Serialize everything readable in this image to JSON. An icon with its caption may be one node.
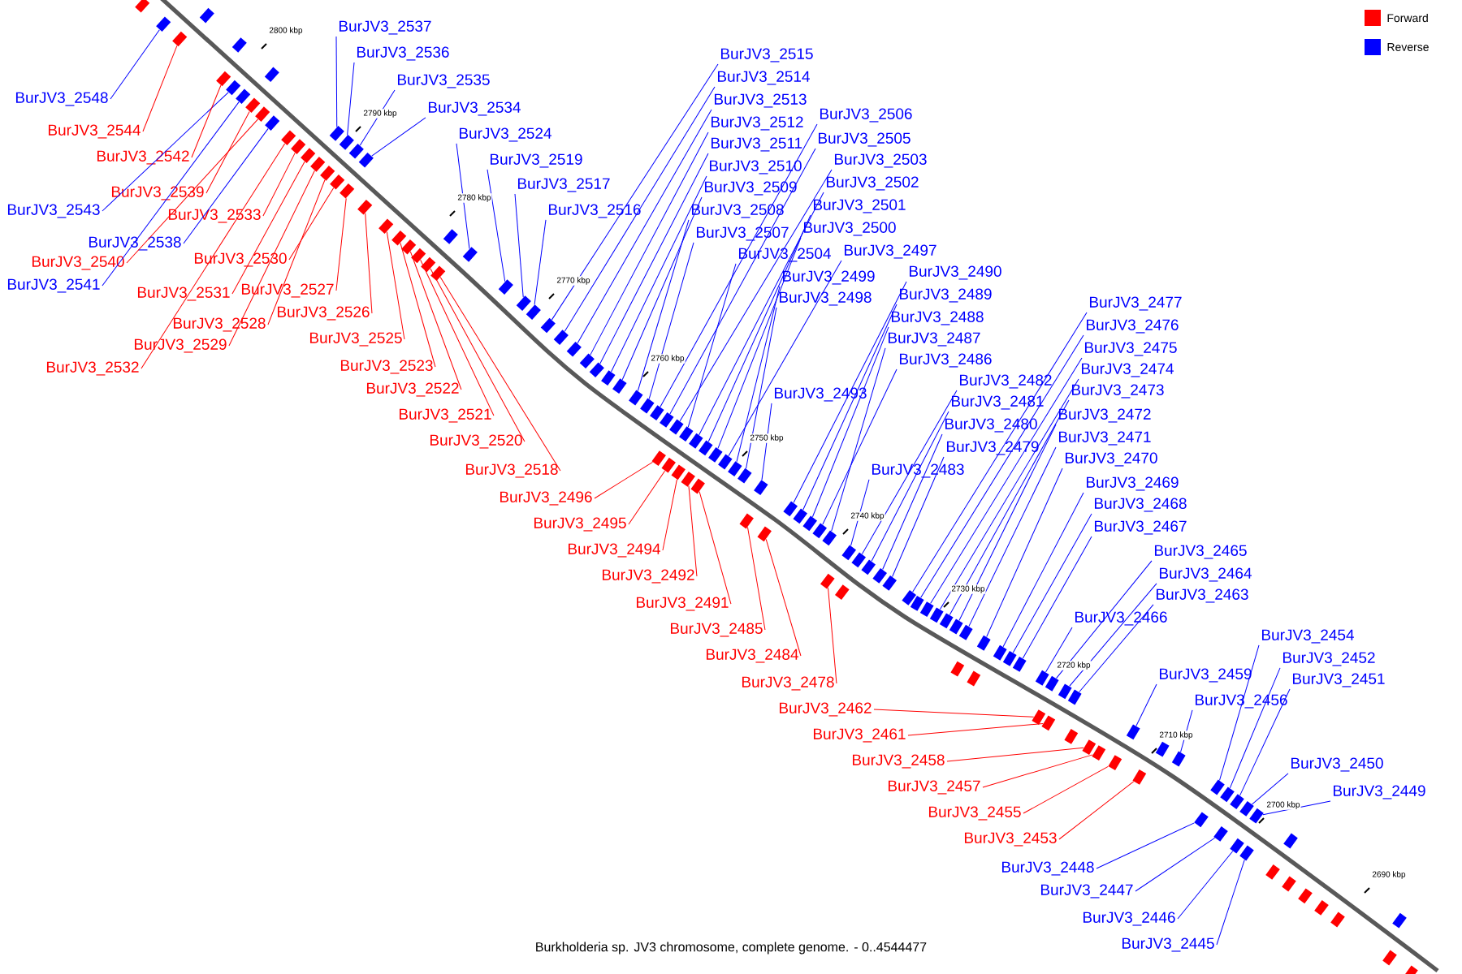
{
  "diagram": {
    "caption": "Burkholderia sp. JV3 chromosome, complete genome. - 0..4544477",
    "nodes": [
      {
        "text": [
          "BurJV3_2537"
        ]
      },
      {
        "text": [
          "BurJV3_2536"
        ]
      },
      {
        "text": [
          "BurJV3_2535"
        ]
      },
      {
        "text": [
          "BurJV3_2534"
        ]
      },
      {
        "text": [
          "BurJV3_2524"
        ]
      },
      {
        "text": [
          "BurJV3_2519"
        ]
      },
      {
        "text": [
          "BurJV3_2517"
        ]
      },
      {
        "text": [
          "BurJV3_2516"
        ]
      },
      {
        "text": [
          "BurJV3_2515"
        ]
      },
      {
        "text": [
          "BurJV3_2514"
        ]
      },
      {
        "text": [
          "BurJV3_2513"
        ]
      },
      {
        "text": [
          "BurJV3_2512"
        ]
      },
      {
        "text": [
          "BurJV3_2511"
        ]
      },
      {
        "text": [
          "BurJV3_2510"
        ]
      },
      {
        "text": [
          "BurJV3_2509"
        ]
      },
      {
        "text": [
          "BurJV3_2508"
        ]
      },
      {
        "text": [
          "BurJV3_2507"
        ]
      },
      {
        "text": [
          "BurJV3_2506"
        ]
      },
      {
        "text": [
          "BurJV3_2505"
        ]
      },
      {
        "text": [
          "BurJV3_2503"
        ]
      },
      {
        "text": [
          "BurJV3_2502"
        ]
      },
      {
        "text": [
          "BurJV3_2501"
        ]
      },
      {
        "text": [
          "BurJV3_2500"
        ]
      },
      {
        "text": [
          "BurJV3_2504"
        ]
      },
      {
        "text": [
          "BurJV3_2497"
        ]
      },
      {
        "text": [
          "BurJV3_2499"
        ]
      },
      {
        "text": [
          "BurJV3_2498"
        ]
      },
      {
        "text": [
          "BurJV3_2490"
        ]
      },
      {
        "text": [
          "BurJV3_2489"
        ]
      },
      {
        "text": [
          "BurJV3_2488"
        ]
      },
      {
        "text": [
          "BurJV3_2487"
        ]
      },
      {
        "text": [
          "BurJV3_2486"
        ]
      },
      {
        "text": [
          "BurJV3_2493"
        ]
      },
      {
        "text": [
          "BurJV3_2483"
        ]
      },
      {
        "text": [
          "BurJV3_2482"
        ]
      },
      {
        "text": [
          "BurJV3_2481"
        ]
      },
      {
        "text": [
          "BurJV3_2480"
        ]
      },
      {
        "text": [
          "BurJV3_2479"
        ]
      },
      {
        "text": [
          "BurJV3_2477"
        ]
      },
      {
        "text": [
          "BurJV3_2476"
        ]
      },
      {
        "text": [
          "BurJV3_2475"
        ]
      },
      {
        "text": [
          "BurJV3_2474"
        ]
      },
      {
        "text": [
          "BurJV3_2473"
        ]
      },
      {
        "text": [
          "BurJV3_2472"
        ]
      },
      {
        "text": [
          "BurJV3_2471"
        ]
      },
      {
        "text": [
          "BurJV3_2470"
        ]
      },
      {
        "text": [
          "BurJV3_2469"
        ]
      },
      {
        "text": [
          "BurJV3_2468"
        ]
      },
      {
        "text": [
          "BurJV3_2467"
        ]
      },
      {
        "text": [
          "BurJV3_2466"
        ]
      },
      {
        "text": [
          "BurJV3_2465"
        ]
      },
      {
        "text": [
          "BurJV3_2464"
        ]
      },
      {
        "text": [
          "BurJV3_2463"
        ]
      },
      {
        "text": [
          "BurJV3_2459"
        ]
      },
      {
        "text": [
          "BurJV3_2456"
        ]
      },
      {
        "text": [
          "BurJV3_2454"
        ]
      },
      {
        "text": [
          "BurJV3_2452"
        ]
      },
      {
        "text": [
          "BurJV3_2451"
        ]
      },
      {
        "text": [
          "BurJV3_2450"
        ]
      },
      {
        "text": [
          "BurJV3_2449"
        ]
      },
      {
        "text": [
          "BurJV3_2448"
        ]
      },
      {
        "text": [
          "BurJV3_2447"
        ]
      },
      {
        "text": [
          "BurJV3_2446"
        ]
      },
      {
        "text": [
          "BurJV3_2445"
        ]
      },
      {
        "text": [
          "BurJV3_2548"
        ]
      },
      {
        "text": [
          "BurJV3_2543"
        ]
      },
      {
        "text": [
          "BurJV3_2538"
        ]
      },
      {
        "text": [
          "BurJV3_2541"
        ]
      },
      {
        "text": [
          "BurJV3_2544"
        ]
      },
      {
        "text": [
          "BurJV3_2542"
        ]
      },
      {
        "text": [
          "BurJV3_2539"
        ]
      },
      {
        "text": [
          "BurJV3_2533"
        ]
      },
      {
        "text": [
          "BurJV3_2540"
        ]
      },
      {
        "text": [
          "BurJV3_2530"
        ]
      },
      {
        "text": [
          "BurJV3_2531"
        ]
      },
      {
        "text": [
          "BurJV3_2527"
        ]
      },
      {
        "text": [
          "BurJV3_2528"
        ]
      },
      {
        "text": [
          "BurJV3_2526"
        ]
      },
      {
        "text": [
          "BurJV3_2529"
        ]
      },
      {
        "text": [
          "BurJV3_2525"
        ]
      },
      {
        "text": [
          "BurJV3_2532"
        ]
      },
      {
        "text": [
          "BurJV3_2523"
        ]
      },
      {
        "text": [
          "BurJV3_2522"
        ]
      },
      {
        "text": [
          "BurJV3_2521"
        ]
      },
      {
        "text": [
          "BurJV3_2520"
        ]
      },
      {
        "text": [
          "BurJV3_2518"
        ]
      },
      {
        "text": [
          "BurJV3_2496"
        ]
      },
      {
        "text": [
          "BurJV3_2495"
        ]
      },
      {
        "text": [
          "BurJV3_2494"
        ]
      },
      {
        "text": [
          "BurJV3_2492"
        ]
      },
      {
        "text": [
          "BurJV3_2491"
        ]
      },
      {
        "text": [
          "BurJV3_2485"
        ]
      },
      {
        "text": [
          "BurJV3_2484"
        ]
      },
      {
        "text": [
          "BurJV3_2478"
        ]
      },
      {
        "text": [
          "BurJV3_2462"
        ]
      },
      {
        "text": [
          "BurJV3_2461"
        ]
      },
      {
        "text": [
          "BurJV3_2458"
        ]
      },
      {
        "text": [
          "BurJV3_2457"
        ]
      },
      {
        "text": [
          "BurJV3_2455"
        ]
      },
      {
        "text": [
          "BurJV3_2453"
        ]
      },
      {
        "text": [],
        "shape": "box"
      },
      {
        "text": [],
        "shape": "box"
      },
      {
        "text": [],
        "shape": "box"
      },
      {
        "text": [],
        "shape": "box"
      },
      {
        "text": [],
        "shape": "box"
      },
      {
        "text": [],
        "shape": "box"
      },
      {
        "text": [],
        "shape": "box"
      },
      {
        "text": [],
        "shape": "box"
      },
      {
        "text": [],
        "shape": "box"
      },
      {
        "text": [],
        "shape": "box"
      },
      {
        "text": [],
        "shape": "box"
      },
      {
        "text": [],
        "shape": "box"
      },
      {
        "text": [],
        "shape": "box"
      },
      {
        "text": [],
        "shape": "box"
      },
      {
        "text": [],
        "shape": "box"
      },
      {
        "text": [],
        "shape": "box"
      },
      {
        "text": [],
        "shape": "box"
      },
      {
        "text": [],
        "shape": "box"
      },
      {
        "text": [],
        "shape": "box"
      },
      {
        "text": [],
        "shape": "box"
      },
      {
        "text": [],
        "shape": "box"
      },
      {
        "text": [],
        "shape": "box"
      },
      {
        "text": [],
        "shape": "box"
      },
      {
        "text": [],
        "shape": "box"
      },
      {
        "text": [],
        "shape": "box"
      },
      {
        "text": [],
        "shape": "box"
      },
      {
        "text": [],
        "shape": "box"
      },
      {
        "text": [],
        "shape": "box"
      },
      {
        "text": [],
        "shape": "box"
      },
      {
        "text": [],
        "shape": "box"
      },
      {
        "text": [],
        "shape": "box"
      },
      {
        "text": [],
        "shape": "box"
      },
      {
        "text": [],
        "shape": "box"
      },
      {
        "text": [],
        "shape": "box"
      },
      {
        "text": [],
        "shape": "box"
      },
      {
        "text": [],
        "shape": "box"
      },
      {
        "text": [],
        "shape": "box"
      },
      {
        "text": [],
        "shape": "box"
      },
      {
        "text": [],
        "shape": "box"
      },
      {
        "text": [],
        "shape": "box"
      },
      {
        "text": [],
        "shape": "box"
      },
      {
        "text": [],
        "shape": "box"
      },
      {
        "text": [],
        "shape": "box"
      },
      {
        "text": [],
        "shape": "box"
      },
      {
        "text": [],
        "shape": "box"
      },
      {
        "text": [],
        "shape": "box"
      },
      {
        "text": [],
        "shape": "box"
      },
      {
        "text": [],
        "shape": "box"
      },
      {
        "text": [],
        "shape": "box"
      },
      {
        "text": [],
        "shape": "box"
      },
      {
        "text": [],
        "shape": "box"
      },
      {
        "text": [],
        "shape": "box"
      },
      {
        "text": [],
        "shape": "box"
      },
      {
        "text": [],
        "shape": "box"
      },
      {
        "text": [],
        "shape": "box"
      },
      {
        "text": [],
        "shape": "box"
      },
      {
        "text": [],
        "shape": "box"
      },
      {
        "text": [],
        "shape": "box"
      },
      {
        "text": [],
        "shape": "box"
      },
      {
        "text": [],
        "shape": "box"
      },
      {
        "text": [],
        "shape": "box"
      },
      {
        "text": [],
        "shape": "box"
      },
      {
        "text": [],
        "shape": "box"
      },
      {
        "text": [],
        "shape": "box"
      },
      {
        "text": [],
        "shape": "box"
      },
      {
        "text": [],
        "shape": "box"
      },
      {
        "text": [],
        "shape": "box"
      },
      {
        "text": [],
        "shape": "box"
      },
      {
        "text": [],
        "shape": "box"
      },
      {
        "text": [],
        "shape": "box"
      },
      {
        "text": [],
        "shape": "box"
      },
      {
        "text": [],
        "shape": "box"
      },
      {
        "text": [],
        "shape": "box"
      },
      {
        "text": [],
        "shape": "box"
      },
      {
        "text": [],
        "shape": "box"
      },
      {
        "text": [],
        "shape": "box"
      },
      {
        "text": [],
        "shape": "box"
      },
      {
        "text": [],
        "shape": "box"
      },
      {
        "text": [],
        "shape": "box"
      },
      {
        "text": [],
        "shape": "box"
      },
      {
        "text": [],
        "shape": "box"
      },
      {
        "text": [],
        "shape": "box"
      },
      {
        "text": [],
        "shape": "box"
      },
      {
        "text": [],
        "shape": "box"
      },
      {
        "text": [],
        "shape": "box"
      },
      {
        "text": [],
        "shape": "box"
      },
      {
        "text": [],
        "shape": "box"
      },
      {
        "text": [],
        "shape": "box"
      },
      {
        "text": [],
        "shape": "box"
      },
      {
        "text": [],
        "shape": "box"
      },
      {
        "text": [],
        "shape": "box"
      },
      {
        "text": [],
        "shape": "box"
      },
      {
        "text": [],
        "shape": "box"
      },
      {
        "text": [],
        "shape": "box"
      },
      {
        "text": [],
        "shape": "box"
      },
      {
        "text": [],
        "shape": "box"
      },
      {
        "text": [],
        "shape": "box"
      },
      {
        "text": [],
        "shape": "box"
      },
      {
        "text": [],
        "shape": "box"
      },
      {
        "text": [],
        "shape": "box"
      }
    ],
    "edges": [
      {
        "from": 0,
        "to": 112,
        "arrow": "none"
      },
      {
        "from": 1,
        "to": 114,
        "arrow": "none"
      },
      {
        "from": 2,
        "to": 115,
        "arrow": "none"
      },
      {
        "from": 3,
        "to": 117,
        "arrow": "none"
      },
      {
        "from": 4,
        "to": 126,
        "arrow": "none"
      },
      {
        "from": 5,
        "to": 127,
        "arrow": "none"
      },
      {
        "from": 6,
        "to": 128,
        "arrow": "none"
      },
      {
        "from": 7,
        "to": 129,
        "arrow": "none"
      },
      {
        "from": 8,
        "to": 130,
        "arrow": "none"
      },
      {
        "from": 9,
        "to": 131,
        "arrow": "none"
      },
      {
        "from": 10,
        "to": 132,
        "arrow": "none"
      },
      {
        "from": 11,
        "to": 133,
        "arrow": "none"
      },
      {
        "from": 12,
        "to": 134,
        "arrow": "none"
      },
      {
        "from": 13,
        "to": 135,
        "arrow": "none"
      },
      {
        "from": 14,
        "to": 136,
        "arrow": "none"
      },
      {
        "from": 15,
        "to": 137,
        "arrow": "none"
      },
      {
        "from": 16,
        "to": 138,
        "arrow": "none"
      },
      {
        "from": 17,
        "to": 139,
        "arrow": "none"
      },
      {
        "from": 18,
        "to": 140,
        "arrow": "none"
      },
      {
        "from": 19,
        "to": 141,
        "arrow": "none"
      },
      {
        "from": 20,
        "to": 143,
        "arrow": "none"
      },
      {
        "from": 21,
        "to": 144,
        "arrow": "none"
      },
      {
        "from": 22,
        "to": 146,
        "arrow": "none"
      },
      {
        "from": 23,
        "to": 142,
        "arrow": "none"
      },
      {
        "from": 24,
        "to": 149,
        "arrow": "none"
      },
      {
        "from": 25,
        "to": 151,
        "arrow": "none"
      },
      {
        "from": 26,
        "to": 153,
        "arrow": "none"
      },
      {
        "from": 27,
        "to": 157,
        "arrow": "none"
      },
      {
        "from": 28,
        "to": 158,
        "arrow": "none"
      },
      {
        "from": 29,
        "to": 159,
        "arrow": "none"
      },
      {
        "from": 30,
        "to": 161,
        "arrow": "none"
      },
      {
        "from": 31,
        "to": 160,
        "arrow": "none"
      },
      {
        "from": 32,
        "to": 154,
        "arrow": "none"
      },
      {
        "from": 33,
        "to": 162,
        "arrow": "none"
      },
      {
        "from": 34,
        "to": 164,
        "arrow": "none"
      },
      {
        "from": 35,
        "to": 165,
        "arrow": "none"
      },
      {
        "from": 36,
        "to": 166,
        "arrow": "none"
      },
      {
        "from": 37,
        "to": 167,
        "arrow": "none"
      },
      {
        "from": 38,
        "to": 168,
        "arrow": "none"
      },
      {
        "from": 39,
        "to": 169,
        "arrow": "none"
      },
      {
        "from": 40,
        "to": 170,
        "arrow": "none"
      },
      {
        "from": 41,
        "to": 171,
        "arrow": "none"
      },
      {
        "from": 42,
        "to": 172,
        "arrow": "none"
      },
      {
        "from": 43,
        "to": 173,
        "arrow": "none"
      },
      {
        "from": 44,
        "to": 174,
        "arrow": "none"
      },
      {
        "from": 45,
        "to": 175,
        "arrow": "none"
      },
      {
        "from": 46,
        "to": 176,
        "arrow": "none"
      },
      {
        "from": 47,
        "to": 177,
        "arrow": "none"
      },
      {
        "from": 48,
        "to": 178,
        "arrow": "none"
      },
      {
        "from": 49,
        "to": 179,
        "arrow": "none"
      },
      {
        "from": 50,
        "to": 180,
        "arrow": "none"
      },
      {
        "from": 51,
        "to": 182,
        "arrow": "none"
      },
      {
        "from": 52,
        "to": 184,
        "arrow": "none"
      },
      {
        "from": 53,
        "to": 187,
        "arrow": "none"
      },
      {
        "from": 54,
        "to": 190,
        "arrow": "none"
      },
      {
        "from": 55,
        "to": 191,
        "arrow": "none"
      },
      {
        "from": 56,
        "to": 193,
        "arrow": "none"
      },
      {
        "from": 57,
        "to": 194,
        "arrow": "none"
      },
      {
        "from": 58,
        "to": 195,
        "arrow": "none"
      },
      {
        "from": 59,
        "to": 197,
        "arrow": "none"
      },
      {
        "from": 60,
        "to": 192,
        "arrow": "none"
      },
      {
        "from": 61,
        "to": 196,
        "arrow": "none"
      },
      {
        "from": 62,
        "to": 198,
        "arrow": "none"
      },
      {
        "from": 63,
        "to": 199,
        "arrow": "none"
      },
      {
        "from": 64,
        "to": 100,
        "arrow": "none"
      },
      {
        "from": 65,
        "to": 103,
        "arrow": "none"
      },
      {
        "from": 66,
        "to": 107,
        "arrow": "none"
      },
      {
        "from": 67,
        "to": 104,
        "arrow": "none"
      },
      {
        "from": 68,
        "to": 101,
        "arrow": "none",
        "color": "#ff0000"
      },
      {
        "from": 69,
        "to": 102,
        "arrow": "none",
        "color": "#ff0000"
      },
      {
        "from": 70,
        "to": 105,
        "arrow": "none",
        "color": "#ff0000"
      },
      {
        "from": 71,
        "to": 109,
        "arrow": "none",
        "color": "#ff0000"
      },
      {
        "from": 72,
        "to": 106,
        "arrow": "none",
        "color": "#ff0000"
      },
      {
        "from": 73,
        "to": 116,
        "arrow": "none",
        "color": "#ff0000"
      },
      {
        "from": 74,
        "to": 110,
        "arrow": "none",
        "color": "#ff0000"
      },
      {
        "from": 75,
        "to": 118,
        "arrow": "none",
        "color": "#ff0000"
      },
      {
        "from": 76,
        "to": 113,
        "arrow": "none",
        "color": "#ff0000"
      },
      {
        "from": 77,
        "to": 119,
        "arrow": "none",
        "color": "#ff0000"
      },
      {
        "from": 78,
        "to": 111,
        "arrow": "none",
        "color": "#ff0000"
      },
      {
        "from": 79,
        "to": 120,
        "arrow": "none",
        "color": "#ff0000"
      },
      {
        "from": 80,
        "to": 108,
        "arrow": "none",
        "color": "#ff0000"
      },
      {
        "from": 81,
        "to": 121,
        "arrow": "none",
        "color": "#ff0000"
      },
      {
        "from": 82,
        "to": 122,
        "arrow": "none",
        "color": "#ff0000"
      },
      {
        "from": 83,
        "to": 123,
        "arrow": "none",
        "color": "#ff0000"
      },
      {
        "from": 84,
        "to": 124,
        "arrow": "none",
        "color": "#ff0000"
      },
      {
        "from": 85,
        "to": 125,
        "arrow": "none",
        "color": "#ff0000"
      },
      {
        "from": 86,
        "to": 145,
        "arrow": "none",
        "color": "#ff0000"
      },
      {
        "from": 87,
        "to": 147,
        "arrow": "none",
        "color": "#ff0000"
      },
      {
        "from": 88,
        "to": 148,
        "arrow": "none",
        "color": "#ff0000"
      },
      {
        "from": 89,
        "to": 150,
        "arrow": "none",
        "color": "#ff0000"
      },
      {
        "from": 90,
        "to": 152,
        "arrow": "none",
        "color": "#ff0000"
      },
      {
        "from": 91,
        "to": 155,
        "arrow": "none",
        "color": "#ff0000"
      },
      {
        "from": 92,
        "to": 156,
        "arrow": "none",
        "color": "#ff0000"
      },
      {
        "from": 93,
        "to": 163,
        "arrow": "none",
        "color": "#ff0000"
      },
      {
        "from": 94,
        "to": 181,
        "arrow": "none",
        "color": "#ff0000"
      },
      {
        "from": 95,
        "to": 183,
        "arrow": "none",
        "color": "#ff0000"
      },
      {
        "from": 96,
        "to": 185,
        "arrow": "none",
        "color": "#ff0000"
      },
      {
        "from": 97,
        "to": 186,
        "arrow": "none",
        "color": "#ff0000"
      },
      {
        "from": 98,
        "to": 188,
        "arrow": "none",
        "color": "#ff0000"
      },
      {
        "from": 99,
        "to": 189,
        "arrow": "none",
        "color": "#ff0000"
      }
    ],
    "labels": [
      "2800 kbp",
      "2790 kbp",
      "2780 kbp",
      "2770 kbp",
      "2760 kbp",
      "2750 kbp",
      "2740 kbp",
      "2730 kbp",
      "2720 kbp",
      "2710 kbp",
      "2700 kbp",
      "2690 kbp"
    ],
    "legend": [
      {
        "text": "Forward",
        "color": "#ff0000"
      },
      {
        "text": "Reverse",
        "color": "#0000ff"
      }
    ]
  }
}
